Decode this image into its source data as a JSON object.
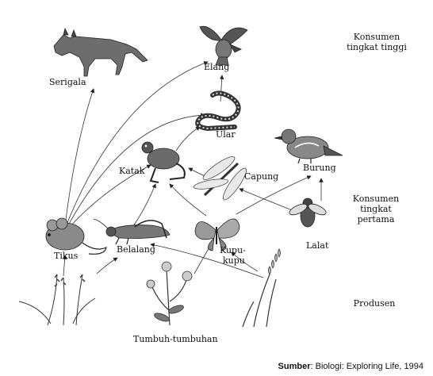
{
  "organisms": {
    "serigala": "Serigala",
    "elang": "Elang",
    "ular": "Ular",
    "katak": "Katak",
    "capung": "Capung",
    "burung": "Burung",
    "tikus": "Tikus",
    "belalang": "Belalang",
    "kupu_line1": "Kupu-",
    "kupu_line2": "kupu",
    "lalat": "Lalat",
    "tumbuhan": "Tumbuh-tumbuhan"
  },
  "levels": {
    "top_line1": "Konsumen",
    "top_line2": "tingkat tinggi",
    "first_line1": "Konsumen",
    "first_line2": "tingkat",
    "first_line3": "pertama",
    "producers": "Produsen"
  },
  "source": {
    "label": "Sumber",
    "text": ": Biologi: Exploring Life, 1994"
  }
}
